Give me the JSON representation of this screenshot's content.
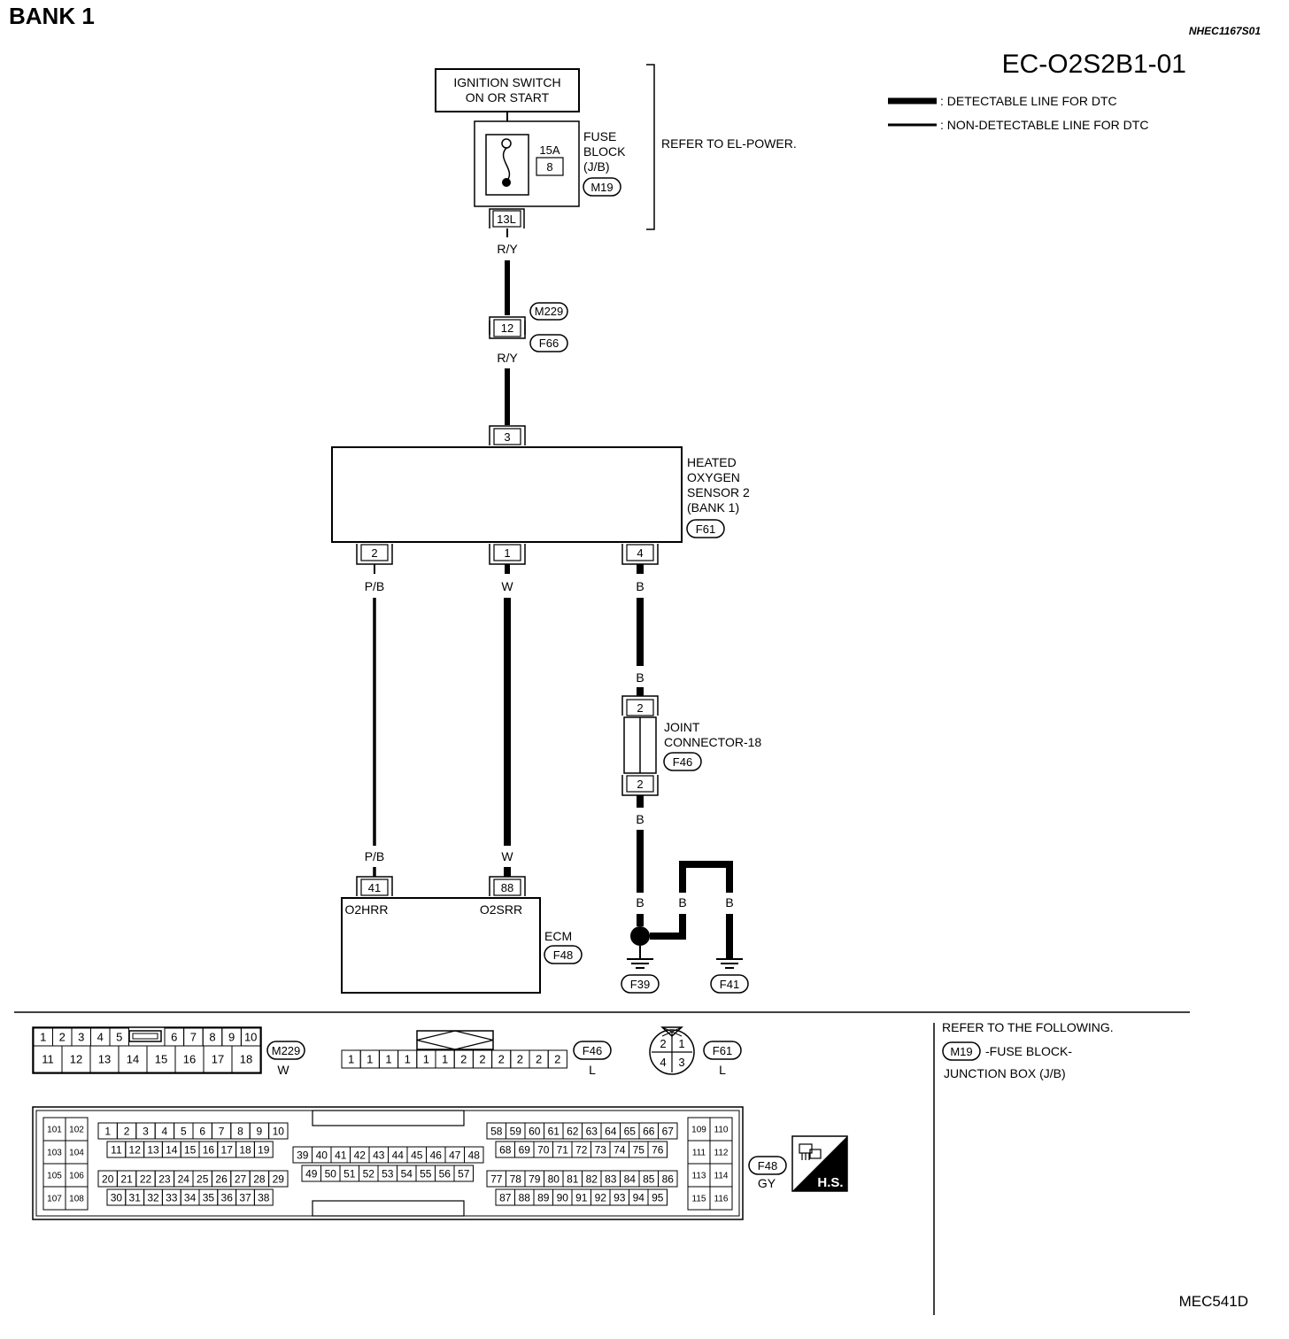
{
  "page": {
    "section": "BANK 1",
    "ref_code": "NHEC1167S01",
    "diagram_id": "EC-O2S2B1-01",
    "figure_id": "MEC541D"
  },
  "legend": {
    "detectable": ": DETECTABLE LINE FOR DTC",
    "non_detectable": ": NON-DETECTABLE LINE FOR DTC"
  },
  "components": {
    "ignition_switch": {
      "line1": "IGNITION SWITCH",
      "line2": "ON OR START"
    },
    "fuse_block": {
      "line1": "FUSE",
      "line2": "BLOCK",
      "line3": "(J/B)",
      "connector": "M19",
      "fuse_amp": "15A",
      "fuse_no": "8",
      "terminal": "13L"
    },
    "refer_el": "REFER TO EL-POWER.",
    "inline_connector": {
      "top": "M229",
      "bottom": "F66",
      "terminal": "12"
    },
    "ho2s": {
      "line1": "HEATED",
      "line2": "OXYGEN",
      "line3": "SENSOR 2",
      "line4": "(BANK 1)",
      "connector": "F61",
      "pin_top": "3",
      "pin_left": "2",
      "pin_mid": "1",
      "pin_right": "4"
    },
    "joint_connector": {
      "line1": "JOINT",
      "line2": "CONNECTOR-18",
      "connector": "F46",
      "pin_top": "2",
      "pin_bottom": "2"
    },
    "ecm": {
      "label": "ECM",
      "connector": "F48",
      "pin_left": "41",
      "pin_right": "88",
      "term_left": "O2HRR",
      "term_right": "O2SRR"
    },
    "grounds": {
      "g1": "F39",
      "g2": "F41"
    }
  },
  "wires": {
    "ry_1": "R/Y",
    "ry_2": "R/Y",
    "pb_1": "P/B",
    "pb_2": "P/B",
    "w_1": "W",
    "w_2": "W",
    "b_1": "B",
    "b_2": "B",
    "b_3": "B",
    "b_4": "B",
    "b_5": "B",
    "b_6": "B"
  },
  "connector_views": {
    "m229": {
      "id": "M229",
      "color": "W",
      "row1": [
        "1",
        "2",
        "3",
        "4",
        "5",
        "6",
        "7",
        "8",
        "9",
        "10"
      ],
      "row2": [
        "11",
        "12",
        "13",
        "14",
        "15",
        "16",
        "17",
        "18"
      ]
    },
    "f46": {
      "id": "F46",
      "color": "L",
      "pins": [
        "1",
        "1",
        "1",
        "1",
        "1",
        "1",
        "2",
        "2",
        "2",
        "2",
        "2",
        "2"
      ]
    },
    "f61": {
      "id": "F61",
      "color": "L",
      "pins": [
        "2",
        "1",
        "4",
        "3"
      ]
    },
    "f48": {
      "id": "F48",
      "color": "GY",
      "left_col": [
        "101",
        "102",
        "103",
        "104",
        "105",
        "106",
        "107",
        "108"
      ],
      "b1_r1": [
        "1",
        "2",
        "3",
        "4",
        "5",
        "6",
        "7",
        "8",
        "9",
        "10"
      ],
      "b1_r2": [
        "11",
        "12",
        "13",
        "14",
        "15",
        "16",
        "17",
        "18",
        "19"
      ],
      "b1_r3": [
        "20",
        "21",
        "22",
        "23",
        "24",
        "25",
        "26",
        "27",
        "28",
        "29"
      ],
      "b1_r4": [
        "30",
        "31",
        "32",
        "33",
        "34",
        "35",
        "36",
        "37",
        "38"
      ],
      "b2_r1": [
        "39",
        "40",
        "41",
        "42",
        "43",
        "44",
        "45",
        "46",
        "47",
        "48"
      ],
      "b2_r2": [
        "49",
        "50",
        "51",
        "52",
        "53",
        "54",
        "55",
        "56",
        "57"
      ],
      "b3_r1": [
        "58",
        "59",
        "60",
        "61",
        "62",
        "63",
        "64",
        "65",
        "66",
        "67"
      ],
      "b3_r2": [
        "68",
        "69",
        "70",
        "71",
        "72",
        "73",
        "74",
        "75",
        "76"
      ],
      "b3_r3": [
        "77",
        "78",
        "79",
        "80",
        "81",
        "82",
        "83",
        "84",
        "85",
        "86"
      ],
      "b3_r4": [
        "87",
        "88",
        "89",
        "90",
        "91",
        "92",
        "93",
        "94",
        "95"
      ],
      "right_col": [
        "109",
        "110",
        "111",
        "112",
        "113",
        "114",
        "115",
        "116"
      ]
    },
    "hs_badge": "H.S."
  },
  "refer_following": {
    "line1": "REFER TO THE FOLLOWING.",
    "connector": "M19",
    "line2": "-FUSE BLOCK-",
    "line3": "JUNCTION BOX (J/B)"
  }
}
